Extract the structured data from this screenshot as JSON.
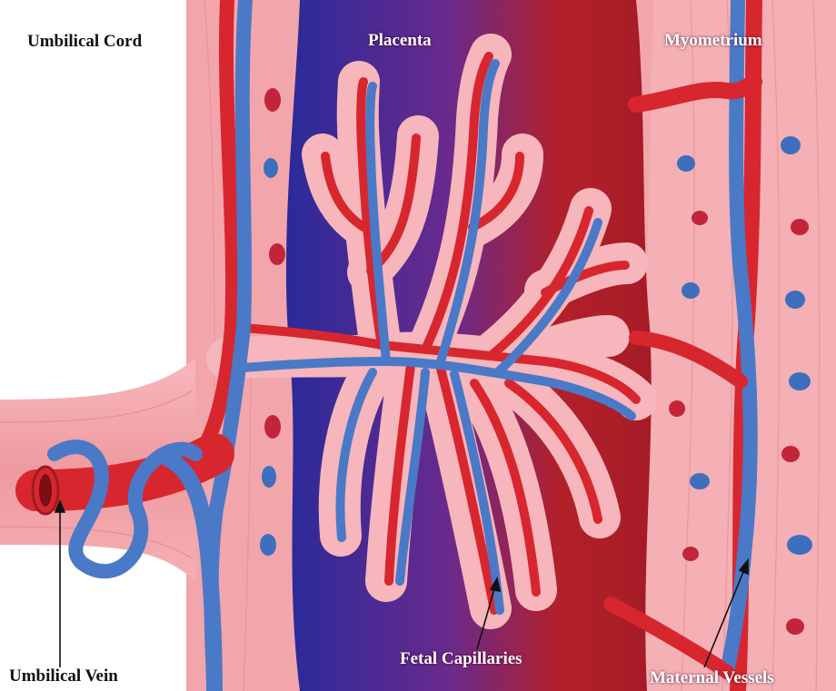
{
  "labels": {
    "umbilical_cord": "Umbilical Cord",
    "placenta": "Placenta",
    "myometrium": "Myometrium",
    "umbilical_vein": "Umbilical Vein",
    "fetal_capillaries": "Fetal Capillaries",
    "maternal_vessels": "Maternal Vessels"
  },
  "colors": {
    "artery_red": "#d8262e",
    "vein_blue": "#4a79c8",
    "tissue_pink": "#f2a6ab",
    "villus_pink": "#f6b6bb",
    "intervillous_purple": "#3b2a8c",
    "maternal_blood_red": "#b3202a",
    "label_dark": "#111111",
    "label_light": "#ffffff"
  }
}
